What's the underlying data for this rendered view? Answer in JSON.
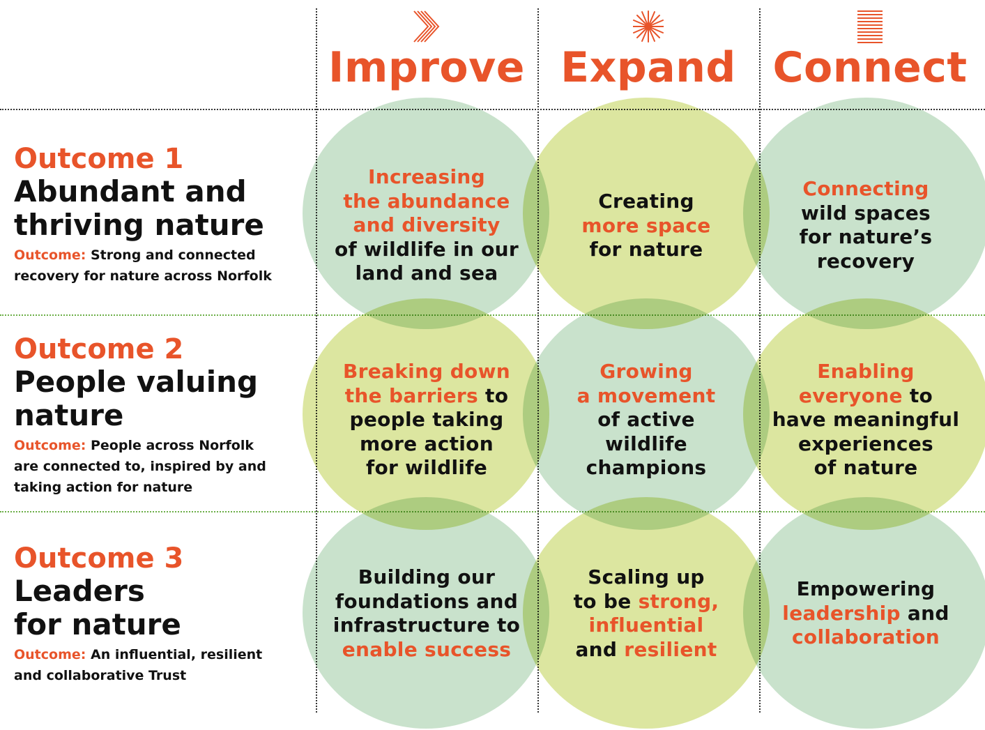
{
  "columns": [
    {
      "title": "Improve",
      "icon": "double-chevron-icon"
    },
    {
      "title": "Expand",
      "icon": "starburst-icon"
    },
    {
      "title": "Connect",
      "icon": "stacked-lines-icon"
    }
  ],
  "outcomes": [
    {
      "label": "Outcome 1",
      "title": "Abundant and thriving nature",
      "desc_prefix": "Outcome:",
      "desc": "Strong and connected recovery for nature across Norfolk"
    },
    {
      "label": "Outcome 2",
      "title": "People valuing nature",
      "desc_prefix": "Outcome:",
      "desc": "People across Norfolk are connected to, inspired by and taking action for nature"
    },
    {
      "label": "Outcome 3",
      "title": "Leaders for nature",
      "desc_prefix": "Outcome:",
      "desc": "An influential, resilient and collaborative Trust"
    }
  ],
  "cells": {
    "r1c1": {
      "a": "Increasing",
      "b": "the abundance",
      "c": "and diversity",
      "d": "of wildlife in our",
      "e": "land and sea"
    },
    "r1c2": {
      "a": "Creating",
      "b": "more space",
      "c": "for nature"
    },
    "r1c3": {
      "a": "Connecting",
      "b": "wild spaces",
      "c": "for nature’s",
      "d": "recovery"
    },
    "r2c1": {
      "a": "Breaking down",
      "b": "the barriers",
      "b2": " to",
      "c": "people taking",
      "d": "more action",
      "e": "for wildlife"
    },
    "r2c2": {
      "a": "Growing",
      "b": "a movement",
      "c": "of active",
      "d": "wildlife",
      "e": "champions"
    },
    "r2c3": {
      "a": "Enabling",
      "b": "everyone",
      "b2": " to",
      "c": "have meaningful",
      "d": "experiences",
      "e": "of nature"
    },
    "r3c1": {
      "a": "Building our",
      "b": "foundations and",
      "c": "infrastructure to",
      "d": "enable success"
    },
    "r3c2": {
      "a": "Scaling up",
      "b1": "to be ",
      "b": "strong,",
      "c": "influential",
      "d1": "and ",
      "d": "resilient"
    },
    "r3c3": {
      "a": "Empowering",
      "b": "leadership",
      "b2": " and",
      "c": "collaboration"
    }
  },
  "colors": {
    "accent": "#E8542A",
    "mint": "#C9E2CC",
    "lime": "#DCE6A0",
    "divider_green": "#6BAE46"
  }
}
